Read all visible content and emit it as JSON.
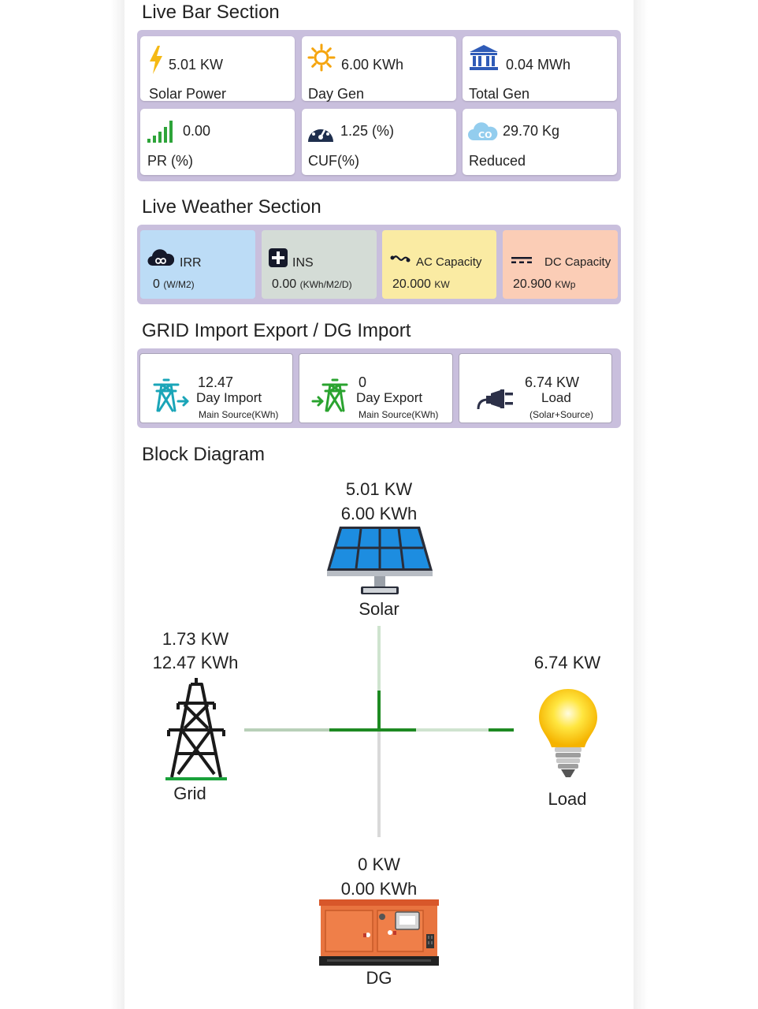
{
  "live_bar": {
    "title": "Live Bar Section",
    "cards": [
      {
        "value": "5.01 KW",
        "label": "Solar Power",
        "icon": "lightning-icon"
      },
      {
        "value": "6.00 KWh",
        "label": "Day Gen",
        "icon": "sun-icon"
      },
      {
        "value": "0.04 MWh",
        "label": "Total Gen",
        "icon": "bank-icon"
      },
      {
        "value": "0.00",
        "label": "PR (%)",
        "icon": "signal-bars-icon"
      },
      {
        "value": "1.25 (%)",
        "label": "CUF(%)",
        "icon": "gauge-icon"
      },
      {
        "value": "29.70 Kg",
        "label": "Reduced",
        "icon": "co2-cloud-icon"
      }
    ]
  },
  "weather": {
    "title": "Live Weather Section",
    "cards": [
      {
        "title": "IRR",
        "value": "0",
        "unit": "(W/M2)",
        "color": "#bcdcf6",
        "icon": "cloud-infinity-icon"
      },
      {
        "title": "INS",
        "value": "0.00",
        "unit": "(KWh/M2/D)",
        "color": "#d4dcd6",
        "icon": "plus-box-icon"
      },
      {
        "title": "AC Capacity",
        "value": "20.000",
        "unit": "KW",
        "color": "#faeba3",
        "icon": "ac-wave-icon"
      },
      {
        "title": "DC Capacity",
        "value": "20.900",
        "unit": "KWp",
        "color": "#fbcdb6",
        "icon": "dc-symbol-icon"
      }
    ]
  },
  "grid": {
    "title": "GRID Import Export / DG Import",
    "cards": [
      {
        "value": "12.47",
        "label": "Day Import",
        "sub": "Main Source(KWh)",
        "icon": "tower-import-icon"
      },
      {
        "value": "0",
        "label": "Day Export",
        "sub": "Main Source(KWh)",
        "icon": "tower-export-icon"
      },
      {
        "value": "6.74 KW",
        "label": "Load",
        "sub": "(Solar+Source)",
        "icon": "plug-icon"
      }
    ]
  },
  "block": {
    "title": "Block Diagram",
    "solar": {
      "power": "5.01 KW",
      "energy": "6.00 KWh",
      "label": "Solar"
    },
    "grid": {
      "power": "1.73 KW",
      "energy": "12.47 KWh",
      "label": "Grid"
    },
    "load": {
      "power": "6.74 KW",
      "label": "Load"
    },
    "dg": {
      "power": "0 KW",
      "energy": "0.00 KWh",
      "label": "DG"
    }
  },
  "colors": {
    "panel": "#c9bfdd",
    "flow_active": "#1e8a22",
    "flow_inactive": "#c8dcc8"
  }
}
